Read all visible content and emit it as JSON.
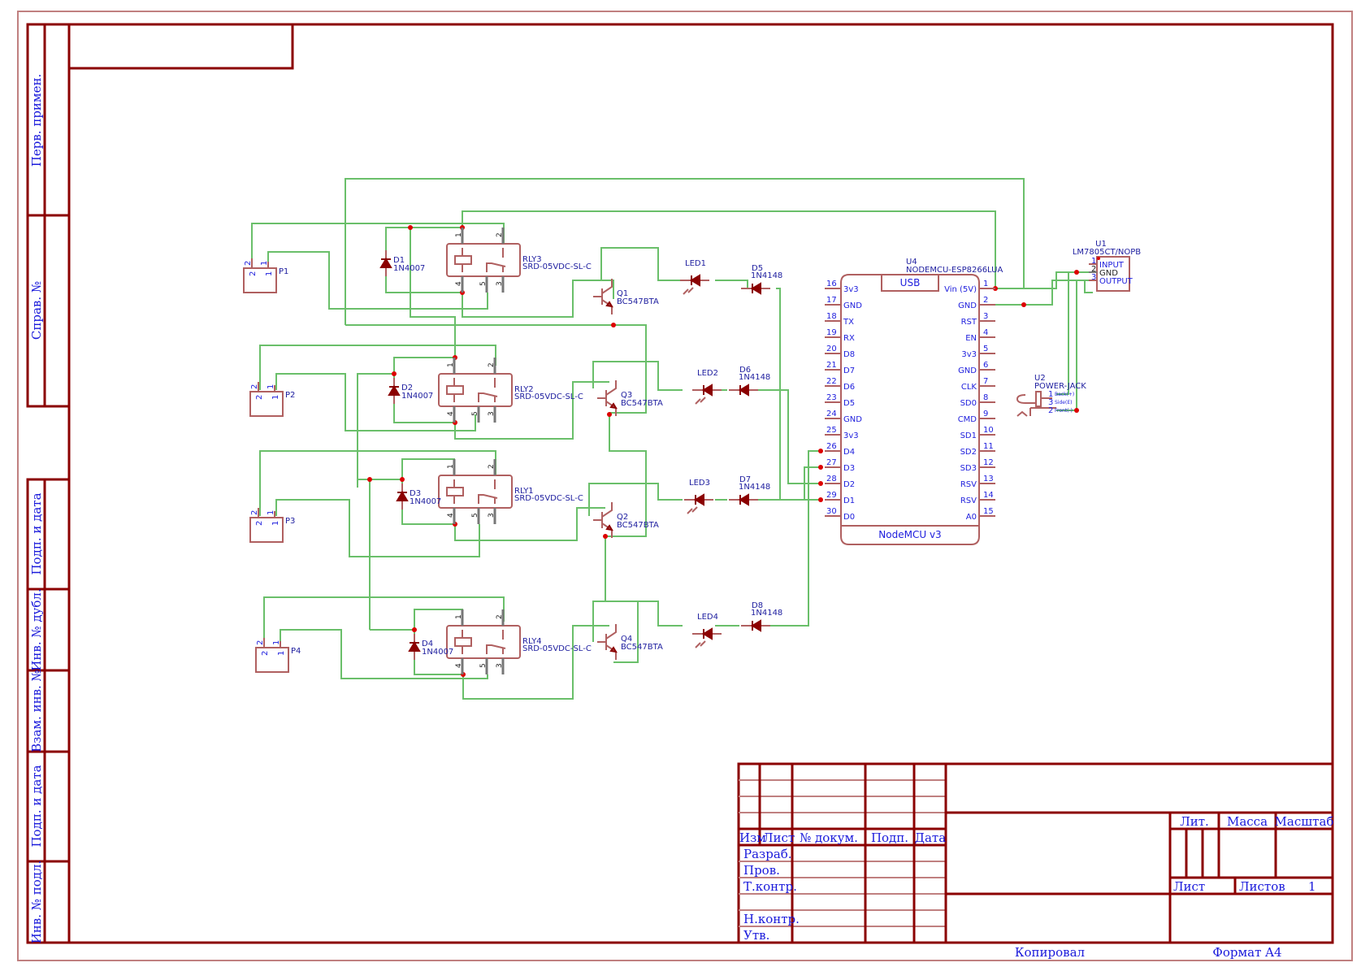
{
  "sheet": {
    "format": "Формат A4",
    "copied_by": "Копировал",
    "side_stamp": [
      "Перв. примен.",
      "Справ. №",
      "Подп. и дата",
      "Инв. № дубл.",
      "Взам. инв. №",
      "Подп. и дата",
      "Инв. № подл."
    ],
    "title_block": {
      "header": [
        "Изм",
        "Лист",
        "№ докум.",
        "Подп.",
        "Дата"
      ],
      "roles": [
        "Разраб.",
        "Пров.",
        "Т.контр.",
        "",
        "Н.контр.",
        "Утв."
      ],
      "lit": "Лит.",
      "mass": "Масса",
      "scale": "Масштаб",
      "sheet": "Лист",
      "sheets": "Листов",
      "sheets_count": "1"
    }
  },
  "components": {
    "connectors": [
      {
        "ref": "P1",
        "pin1": "1",
        "pin2": "2"
      },
      {
        "ref": "P2",
        "pin1": "1",
        "pin2": "2"
      },
      {
        "ref": "P3",
        "pin1": "1",
        "pin2": "2"
      },
      {
        "ref": "P4",
        "pin1": "1",
        "pin2": "2"
      }
    ],
    "relays": [
      {
        "ref": "RLY3",
        "value": "SRD-05VDC-SL-C",
        "pins": [
          "1",
          "2",
          "4",
          "5",
          "3"
        ]
      },
      {
        "ref": "RLY2",
        "value": "SRD-05VDC-SL-C",
        "pins": [
          "1",
          "2",
          "4",
          "5",
          "3"
        ]
      },
      {
        "ref": "RLY1",
        "value": "SRD-05VDC-SL-C",
        "pins": [
          "1",
          "2",
          "4",
          "5",
          "3"
        ]
      },
      {
        "ref": "RLY4",
        "value": "SRD-05VDC-SL-C",
        "pins": [
          "1",
          "2",
          "4",
          "5",
          "3"
        ]
      }
    ],
    "flyback_diodes": [
      {
        "ref": "D1",
        "value": "1N4007"
      },
      {
        "ref": "D2",
        "value": "1N4007"
      },
      {
        "ref": "D3",
        "value": "1N4007"
      },
      {
        "ref": "D4",
        "value": "1N4007"
      }
    ],
    "transistors": [
      {
        "ref": "Q1",
        "value": "BC547BTA"
      },
      {
        "ref": "Q3",
        "value": "BC547BTA"
      },
      {
        "ref": "Q2",
        "value": "BC547BTA"
      },
      {
        "ref": "Q4",
        "value": "BC547BTA"
      }
    ],
    "leds": [
      {
        "ref": "LED1"
      },
      {
        "ref": "LED2"
      },
      {
        "ref": "LED3"
      },
      {
        "ref": "LED4"
      }
    ],
    "signal_diodes": [
      {
        "ref": "D5",
        "value": "1N4148"
      },
      {
        "ref": "D6",
        "value": "1N4148"
      },
      {
        "ref": "D7",
        "value": "1N4148"
      },
      {
        "ref": "D8",
        "value": "1N4148"
      }
    ],
    "mcu": {
      "ref": "U4",
      "value": "NODEMCU-ESP8266LUA",
      "usb_label": "USB",
      "footer": "NodeMCU v3",
      "left_pins": [
        {
          "num": "16",
          "name": "3v3"
        },
        {
          "num": "17",
          "name": "GND"
        },
        {
          "num": "18",
          "name": "TX"
        },
        {
          "num": "19",
          "name": "RX"
        },
        {
          "num": "20",
          "name": "D8"
        },
        {
          "num": "21",
          "name": "D7"
        },
        {
          "num": "22",
          "name": "D6"
        },
        {
          "num": "23",
          "name": "D5"
        },
        {
          "num": "24",
          "name": "GND"
        },
        {
          "num": "25",
          "name": "3v3"
        },
        {
          "num": "26",
          "name": "D4"
        },
        {
          "num": "27",
          "name": "D3"
        },
        {
          "num": "28",
          "name": "D2"
        },
        {
          "num": "29",
          "name": "D1"
        },
        {
          "num": "30",
          "name": "D0"
        }
      ],
      "right_pins": [
        {
          "num": "1",
          "name": "Vin (5V)"
        },
        {
          "num": "2",
          "name": "GND"
        },
        {
          "num": "3",
          "name": "RST"
        },
        {
          "num": "4",
          "name": "EN"
        },
        {
          "num": "5",
          "name": "3v3"
        },
        {
          "num": "6",
          "name": "GND"
        },
        {
          "num": "7",
          "name": "CLK"
        },
        {
          "num": "8",
          "name": "SD0"
        },
        {
          "num": "9",
          "name": "CMD"
        },
        {
          "num": "10",
          "name": "SD1"
        },
        {
          "num": "11",
          "name": "SD2"
        },
        {
          "num": "12",
          "name": "SD3"
        },
        {
          "num": "13",
          "name": "RSV"
        },
        {
          "num": "14",
          "name": "RSV"
        },
        {
          "num": "15",
          "name": "A0"
        }
      ]
    },
    "regulator": {
      "ref": "U1",
      "value": "LM7805CT/NOPB",
      "pins": [
        {
          "num": "1",
          "name": "INPUT"
        },
        {
          "num": "2",
          "name": "GND"
        },
        {
          "num": "3",
          "name": "OUTPUT"
        }
      ]
    },
    "power_jack": {
      "ref": "U2",
      "value": "POWER-JACK",
      "pins": [
        {
          "num": "1",
          "name": "Back(+)"
        },
        {
          "num": "3",
          "name": "Side(E)"
        },
        {
          "num": "2",
          "name": "Front(-)"
        }
      ]
    }
  }
}
